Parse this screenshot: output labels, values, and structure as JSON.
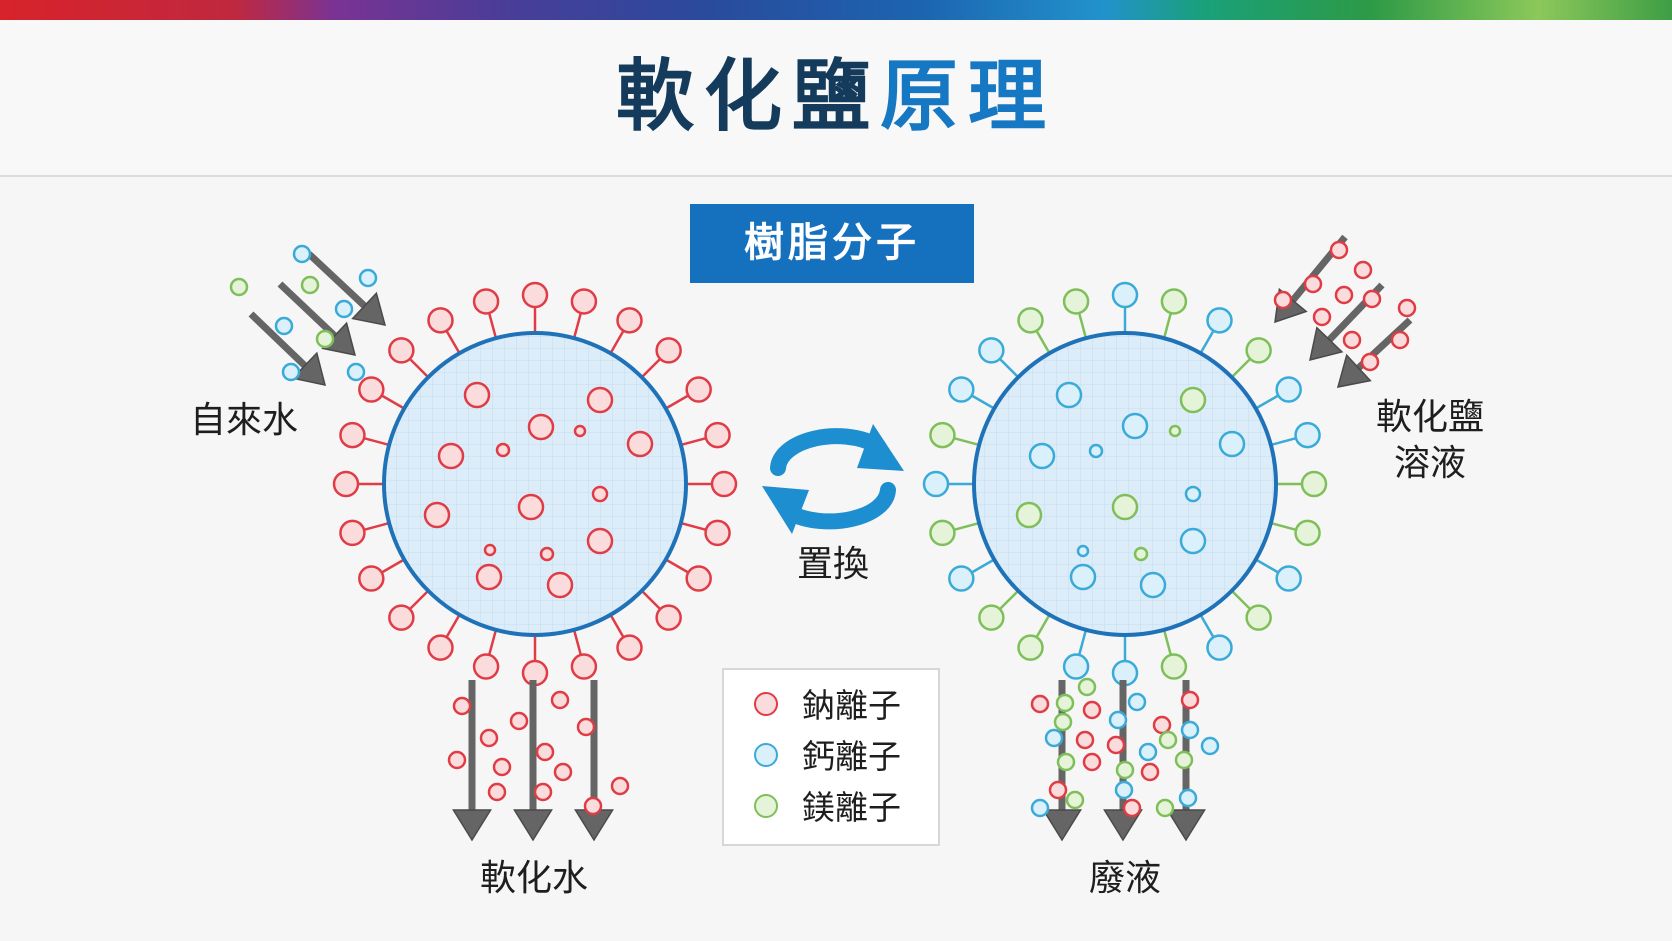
{
  "title": {
    "part1": "軟化鹽",
    "part2": "原理"
  },
  "resin_label": "樹脂分子",
  "labels": {
    "tap_water": "自來水",
    "salt_solution_line1": "軟化鹽",
    "salt_solution_line2": "溶液",
    "exchange": "置換",
    "soft_water": "軟化水",
    "waste": "廢液"
  },
  "legend": [
    {
      "key": "sodium",
      "label": "鈉離子"
    },
    {
      "key": "calcium",
      "label": "鈣離子"
    },
    {
      "key": "magnesium",
      "label": "鎂離子"
    }
  ],
  "colors": {
    "title_dark": "#143b5c",
    "title_blue": "#1678c2",
    "resin_box": "#1570be",
    "sphere_outline": "#1f72b8",
    "sphere_fill": "#dcedf9",
    "arrow": "#656565",
    "cycle_arrow": "#1d8ed0",
    "sodium_stroke": "#e03c46",
    "sodium_fill": "#fbdcdd",
    "calcium_stroke": "#3aaad8",
    "calcium_fill": "#daf0fa",
    "magnesium_stroke": "#7fbf5a",
    "magnesium_fill": "#e5f3d9"
  },
  "icons": {
    "exchange": "cycle-arrows-icon",
    "flow": "down-arrow-icon"
  }
}
